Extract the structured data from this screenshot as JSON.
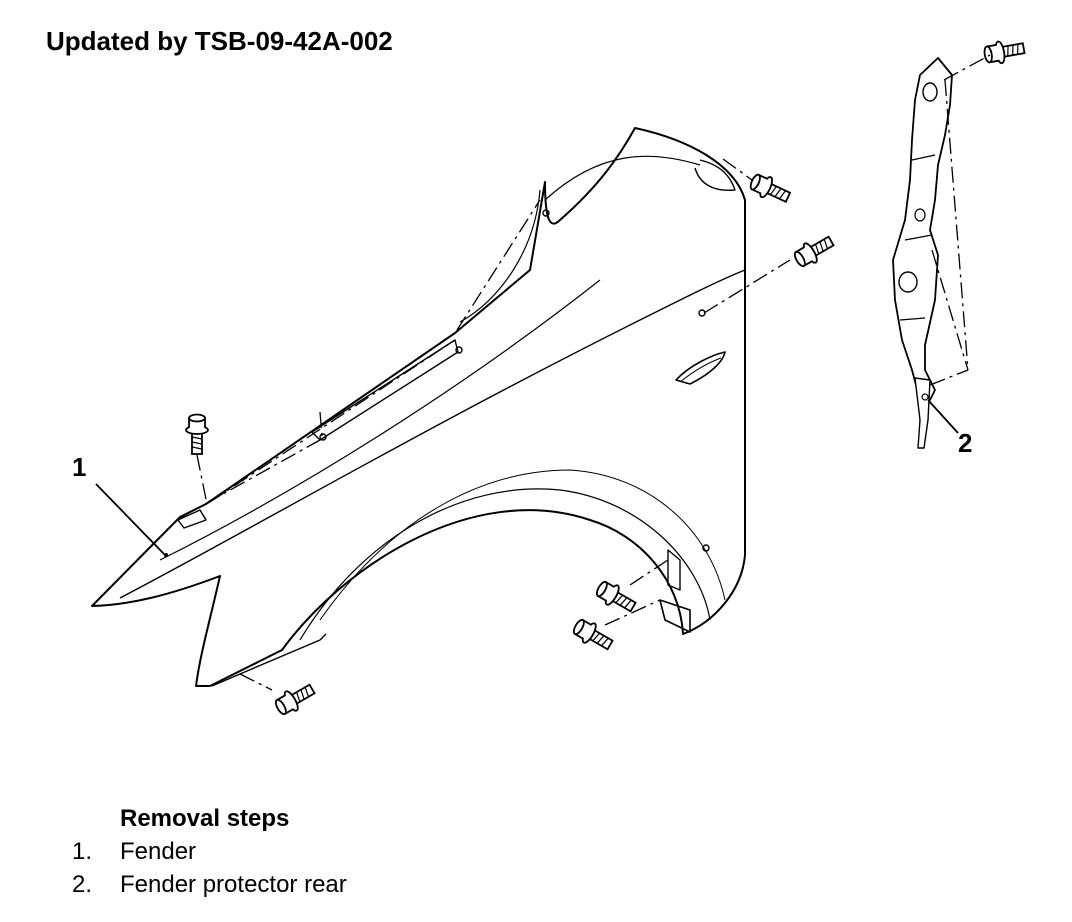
{
  "header": {
    "title": "Updated by TSB-09-42A-002"
  },
  "diagram": {
    "callouts": [
      {
        "id": "1"
      },
      {
        "id": "2"
      }
    ]
  },
  "removal": {
    "heading": "Removal steps",
    "steps": [
      {
        "num": "1.",
        "label": "Fender"
      },
      {
        "num": "2.",
        "label": "Fender protector rear"
      }
    ]
  }
}
